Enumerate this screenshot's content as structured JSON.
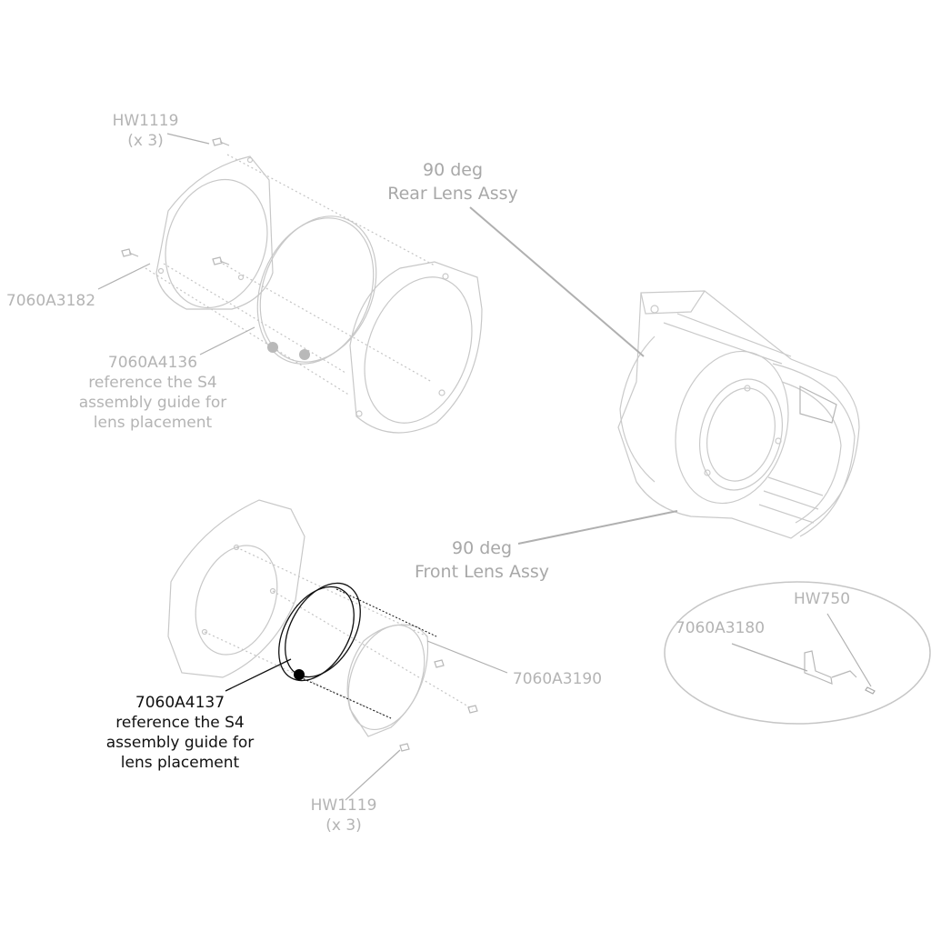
{
  "labels": {
    "hw1119_top": {
      "line1": "HW1119",
      "line2": "(x 3)"
    },
    "part_7060A3182": "7060A3182",
    "part_7060A4136": {
      "line1": "7060A4136",
      "line2": "reference the S4",
      "line3": "assembly guide for",
      "line4": "lens placement"
    },
    "rear_lens_assy": {
      "line1": "90 deg",
      "line2": "Rear Lens Assy"
    },
    "front_lens_assy": {
      "line1": "90 deg",
      "line2": "Front Lens Assy"
    },
    "hw750": "HW750",
    "part_7060A3180": "7060A3180",
    "part_7060A3190": "7060A3190",
    "part_7060A4137": {
      "line1": "7060A4137",
      "line2": "reference the S4",
      "line3": "assembly guide for",
      "line4": "lens placement"
    },
    "hw1119_bottom": {
      "line1": "HW1119",
      "line2": "(x 3)"
    }
  },
  "colors": {
    "line": "#c8c8c8",
    "leader": "#b0b0b0",
    "highlight": "#111111",
    "dot_gray": "#b9b9b9",
    "dot_black": "#000000"
  }
}
